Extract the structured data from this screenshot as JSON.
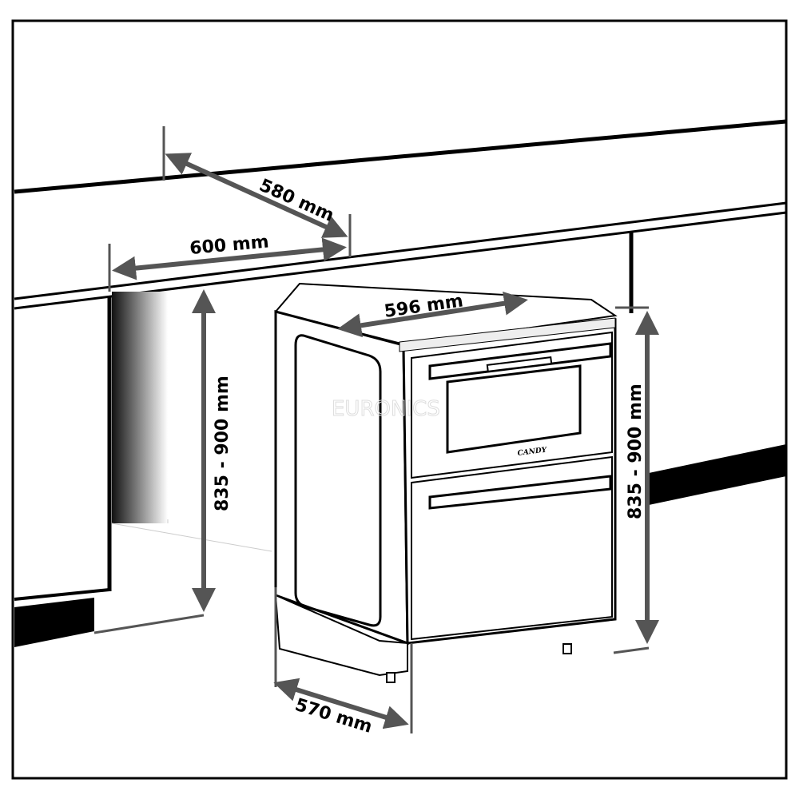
{
  "dimensions": {
    "counter_depth": "580 mm",
    "niche_width": "600 mm",
    "appliance_width": "596 mm",
    "niche_height": "835 - 900 mm",
    "appliance_height": "835 - 900 mm",
    "appliance_depth": "570 mm"
  },
  "brand_logo": "CANDY",
  "watermark": "EURONICS",
  "colors": {
    "line": "#000000",
    "dimension_arrow": "#555555"
  }
}
